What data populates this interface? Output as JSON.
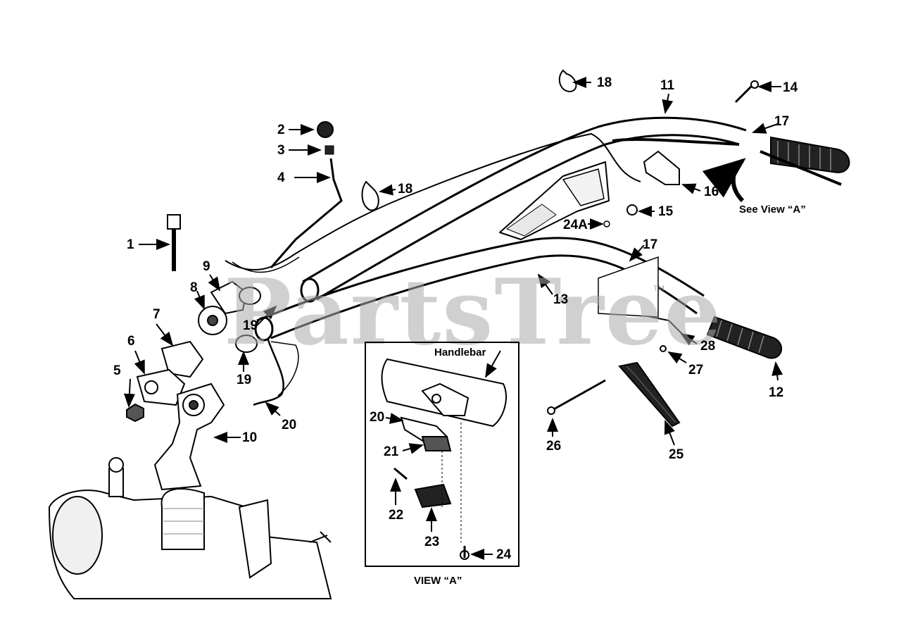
{
  "watermark": "PartsTree",
  "trademark": "TM",
  "callouts": {
    "c1": "1",
    "c2": "2",
    "c3": "3",
    "c4": "4",
    "c5": "5",
    "c6": "6",
    "c7": "7",
    "c8": "8",
    "c9": "9",
    "c10": "10",
    "c11": "11",
    "c12": "12",
    "c13": "13",
    "c14": "14",
    "c15": "15",
    "c16": "16",
    "c17a": "17",
    "c17b": "17",
    "c18a": "18",
    "c18b": "18",
    "c19a": "19",
    "c19b": "19",
    "c20a": "20",
    "c20b": "20",
    "c21": "21",
    "c22": "22",
    "c23": "23",
    "c24": "24",
    "c24a": "24A",
    "c25": "25",
    "c26": "26",
    "c27": "27",
    "c28": "28"
  },
  "labels": {
    "see_view": "See View “A”",
    "handlebar": "Handlebar",
    "view_a": "VIEW “A”"
  },
  "colors": {
    "ink": "#000000",
    "watermark": "#aaaaaa",
    "paper": "#ffffff"
  }
}
